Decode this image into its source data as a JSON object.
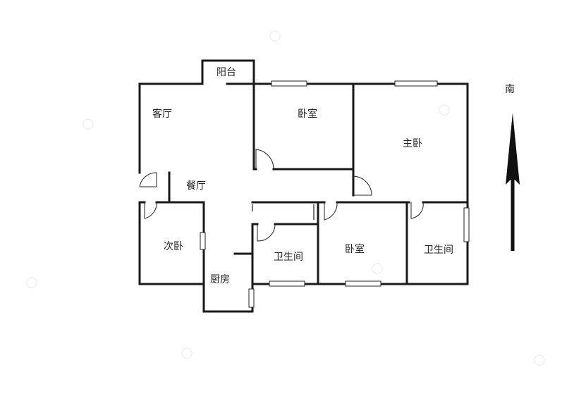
{
  "rooms": {
    "balcony": "阳台",
    "living_room": "客厅",
    "dining_room": "餐厅",
    "bedroom_top": "卧室",
    "master_bedroom": "主卧",
    "second_bedroom": "次卧",
    "kitchen": "厨房",
    "bathroom_middle": "卫生间",
    "bedroom_bottom": "卧室",
    "bathroom_right": "卫生间"
  },
  "compass": {
    "label": "南",
    "icon": "north-arrow-icon"
  },
  "colors": {
    "wall": "#1a1a1a",
    "background": "#ffffff"
  }
}
